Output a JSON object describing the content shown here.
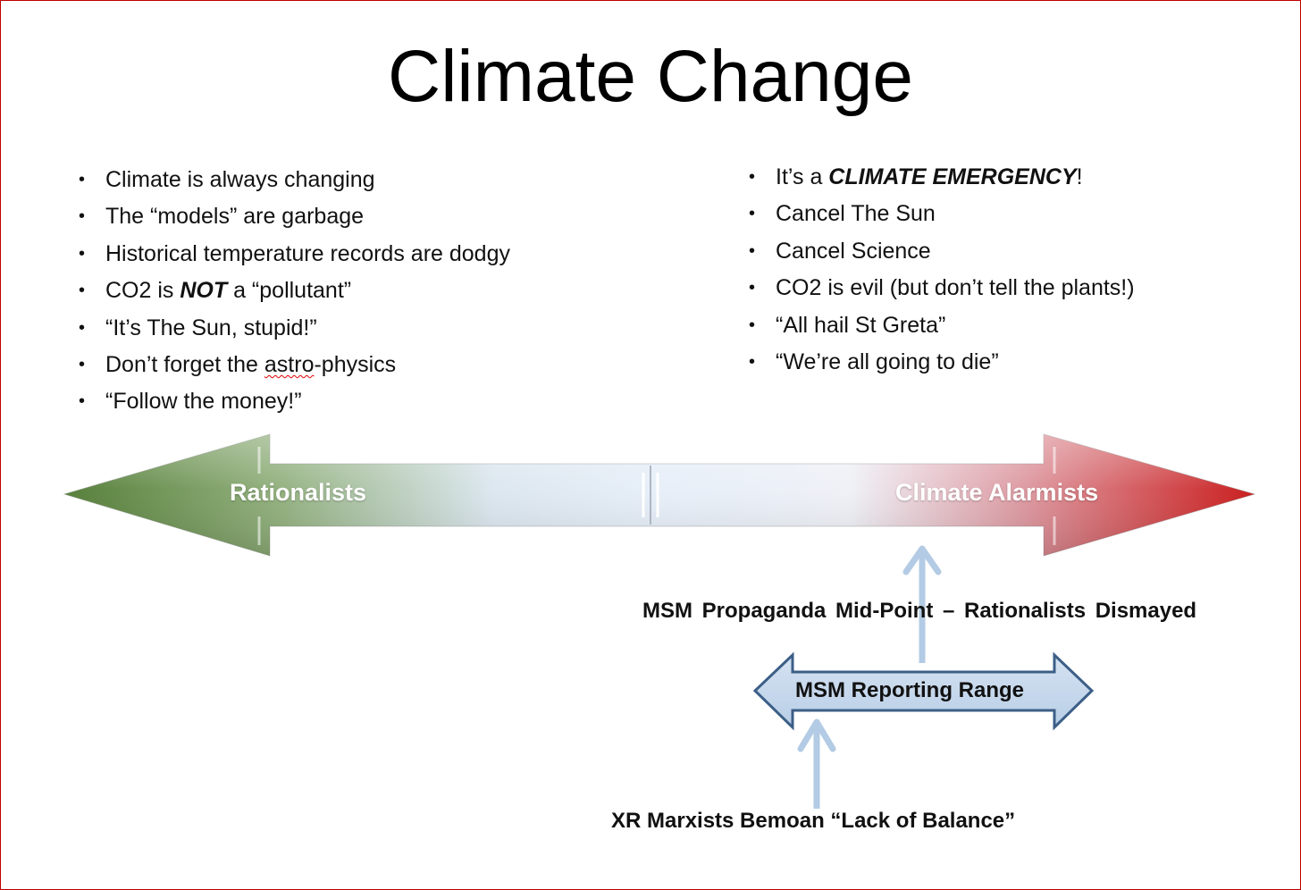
{
  "title": "Climate Change",
  "left_list": [
    {
      "text": "Climate is always changing"
    },
    {
      "text": "The “models” are garbage"
    },
    {
      "text": "Historical temperature records are dodgy"
    },
    {
      "pre": "CO2 is ",
      "em": "NOT",
      "post": " a “pollutant”"
    },
    {
      "text": "“It’s The Sun, stupid!”"
    },
    {
      "pre": "Don’t forget the ",
      "spell": "astro",
      "post": "-physics"
    },
    {
      "text": "“Follow the money!”"
    }
  ],
  "right_list": [
    {
      "pre": "It’s a ",
      "em": "CLIMATE EMERGENCY",
      "post": "!"
    },
    {
      "text": "Cancel The Sun"
    },
    {
      "text": "Cancel Science"
    },
    {
      "text": "CO2 is evil (but don’t tell the plants!)"
    },
    {
      "text": "“All hail St Greta”"
    },
    {
      "text": "“We’re all going to die”"
    }
  ],
  "arrow": {
    "left_label": "Rationalists",
    "right_label": "Climate Alarmists",
    "colors": {
      "left": "#5b8a3c",
      "middle": "#e3ecf6",
      "right": "#c81e1e"
    }
  },
  "msm": {
    "midpoint_label": "MSM Propaganda Mid-Point – Rationalists Dismayed",
    "range_label": "MSM Reporting Range",
    "xr_label": "XR Marxists Bemoan “Lack of Balance”",
    "colors": {
      "range_fill": "#c5d7ec",
      "range_stroke": "#3c5f87",
      "pointer": "#b3cbe4"
    }
  },
  "icons": [
    "double-arrow",
    "up-arrow"
  ]
}
